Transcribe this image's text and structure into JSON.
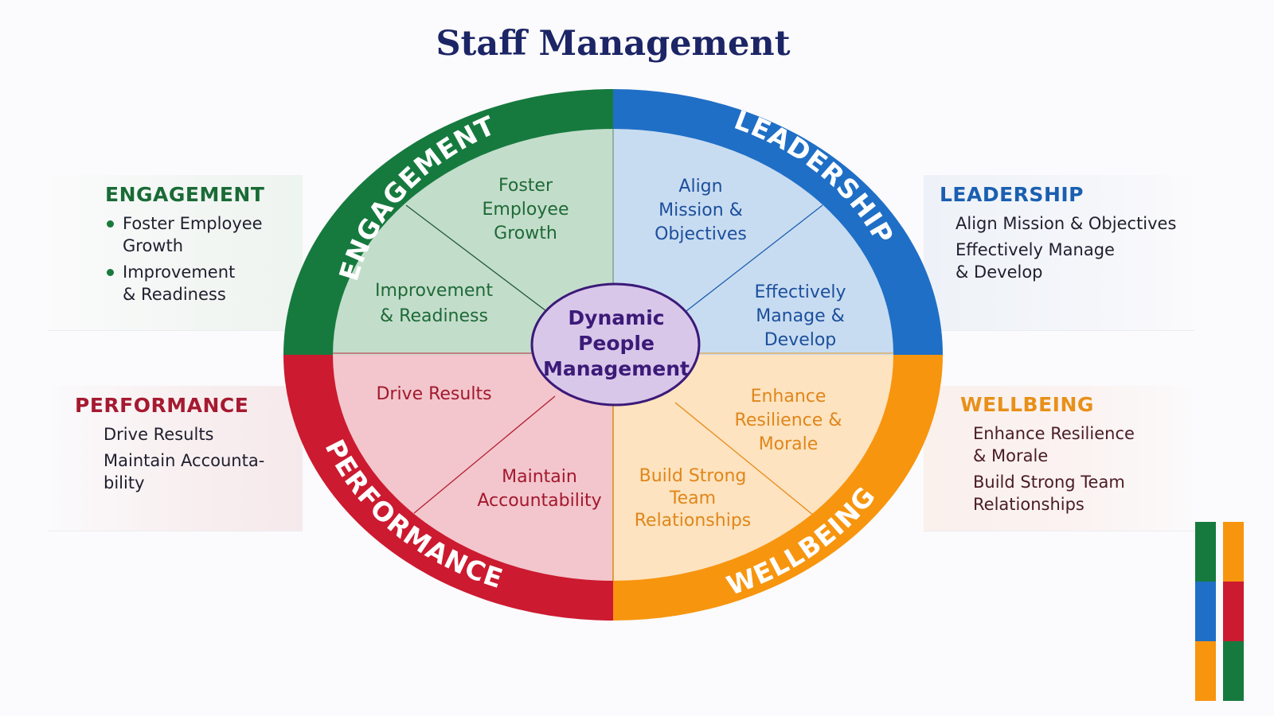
{
  "title": "Staff Management",
  "colors": {
    "engagement": "#167a3e",
    "leadership": "#1f6fc6",
    "performance": "#cc1a30",
    "wellbeing": "#f7950f",
    "center": "#d9c7ea",
    "center_stroke": "#3b1a78",
    "title": "#1c2565"
  },
  "wheel": {
    "center_label": "Dynamic People Management",
    "center_lines": [
      "Dynamic",
      "People",
      "Management"
    ],
    "quadrants": [
      {
        "name": "ENGAGEMENT",
        "position": "top-left",
        "items": [
          {
            "lines": [
              "Foster",
              "Employee",
              "Growth"
            ]
          },
          {
            "lines": [
              "Improvement",
              "& Readiness"
            ]
          }
        ]
      },
      {
        "name": "LEADERSHIP",
        "position": "top-right",
        "items": [
          {
            "lines": [
              "Align",
              "Mission &",
              "Objectives"
            ]
          },
          {
            "lines": [
              "Effectively",
              "Manage &",
              "Develop"
            ]
          }
        ]
      },
      {
        "name": "PERFORMANCE",
        "position": "bottom-left",
        "items": [
          {
            "lines": [
              "Drive Results"
            ]
          },
          {
            "lines": [
              "Maintain",
              "Accountability"
            ]
          }
        ]
      },
      {
        "name": "WELLBEING",
        "position": "bottom-right",
        "items": [
          {
            "lines": [
              "Enhance",
              "Resilience &",
              "Morale"
            ]
          },
          {
            "lines": [
              "Build Strong",
              "Team",
              "Relationships"
            ]
          }
        ]
      }
    ]
  },
  "side_panels": {
    "engagement": {
      "heading": "ENGAGEMENT",
      "bullets": [
        "Foster Employee Growth",
        "Improvement & Readiness"
      ]
    },
    "leadership": {
      "heading": "LEADERSHIP",
      "bullets": [
        "Align Mission & Objectives",
        "Effectively Manage & Develop"
      ]
    },
    "performance": {
      "heading": "PERFORMANCE",
      "bullets": [
        "Drive Results",
        "Maintain Accounta-bility"
      ]
    },
    "wellbeing": {
      "heading": "WELLBEING",
      "bullets": [
        "Enhance Resilience & Morale",
        "Build Strong Team Relationships"
      ]
    }
  },
  "accent_bars": {
    "left_column": [
      "#167a3e",
      "#1f6fc6",
      "#f7950f"
    ],
    "right_column": [
      "#f7950f",
      "#cc1a30",
      "#167a3e"
    ]
  }
}
